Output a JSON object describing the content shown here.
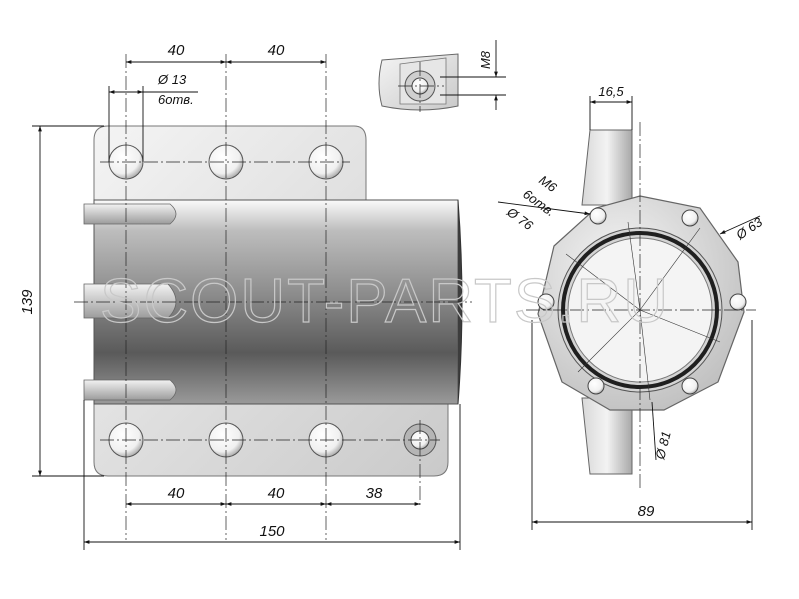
{
  "watermark": "SCOUT-PARTS.RU",
  "front_view": {
    "top_dims": [
      "40",
      "40"
    ],
    "hole_dia": "Ø 13",
    "hole_count": "6отв.",
    "height": "139",
    "bottom_dims": [
      "40",
      "40",
      "38"
    ],
    "overall_length": "150"
  },
  "detail_view": {
    "thread": "M8"
  },
  "side_view": {
    "flange_width": "16,5",
    "thread_holes": "M6",
    "thread_count": "6отв.",
    "bolt_circle": "Ø 76",
    "inner_dia": "Ø 63",
    "outer_dia": "Ø 81",
    "overall_width": "89"
  }
}
